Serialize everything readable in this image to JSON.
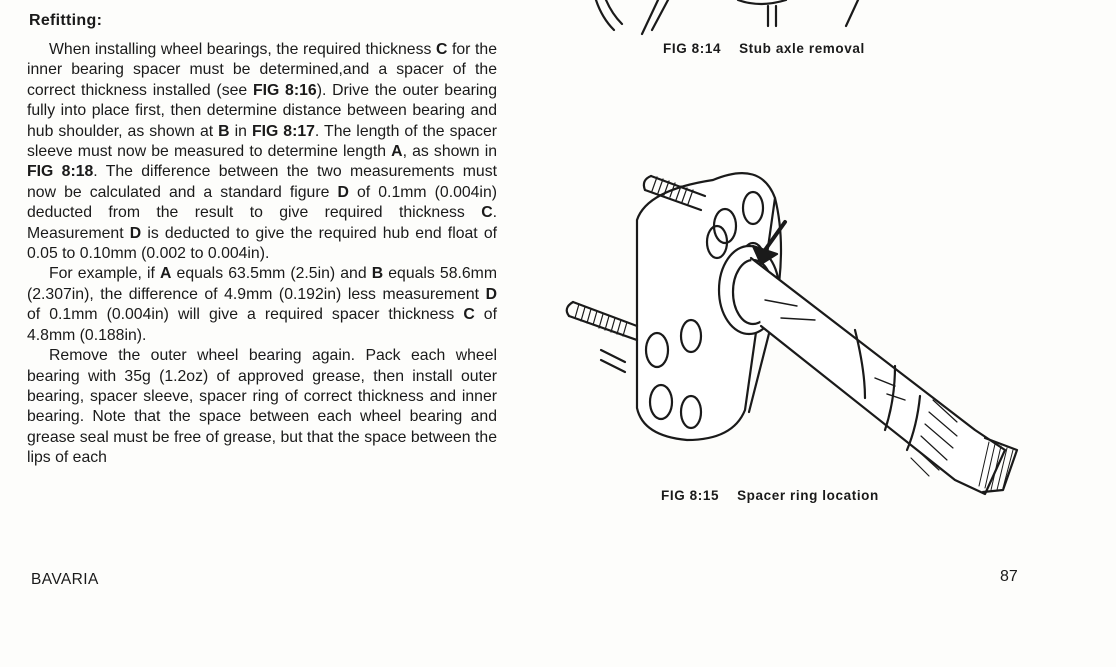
{
  "heading": "Refitting:",
  "paragraphs": [
    [
      {
        "t": "When installing wheel bearings, the required thickness "
      },
      {
        "t": "C",
        "b": true
      },
      {
        "t": " for the inner bearing spacer must be determined,and a spacer of the correct thickness installed (see "
      },
      {
        "t": "FIG 8:16",
        "b": true
      },
      {
        "t": "). Drive the outer bearing fully into place first, then determine distance between bearing and hub shoulder, as shown at "
      },
      {
        "t": "B",
        "b": true
      },
      {
        "t": " in "
      },
      {
        "t": "FIG 8:17",
        "b": true
      },
      {
        "t": ". The length of the spacer sleeve must now be measured to determine length "
      },
      {
        "t": "A",
        "b": true
      },
      {
        "t": ", as shown in "
      },
      {
        "t": "FIG 8:18",
        "b": true
      },
      {
        "t": ". The difference between the two measurements must now be calculated and a standard figure "
      },
      {
        "t": "D",
        "b": true
      },
      {
        "t": " of 0.1mm (0.004in) deducted from the result to give required thickness "
      },
      {
        "t": "C",
        "b": true
      },
      {
        "t": ". Measurement "
      },
      {
        "t": "D",
        "b": true
      },
      {
        "t": " is deducted to give the required hub end float of 0.05 to 0.10mm (0.002 to 0.004in)."
      }
    ],
    [
      {
        "t": "For example, if "
      },
      {
        "t": "A",
        "b": true
      },
      {
        "t": " equals 63.5mm (2.5in) and "
      },
      {
        "t": "B",
        "b": true
      },
      {
        "t": " equals 58.6mm (2.307in), the difference of 4.9mm (0.192in) less measurement "
      },
      {
        "t": "D",
        "b": true
      },
      {
        "t": " of 0.1mm (0.004in) will give a required spacer thickness "
      },
      {
        "t": "C",
        "b": true
      },
      {
        "t": " of 4.8mm (0.188in)."
      }
    ],
    [
      {
        "t": "Remove the outer wheel bearing again. Pack each wheel bearing with 35g (1.2oz) of approved grease, then install outer bearing, spacer sleeve, spacer ring of correct thickness and inner bearing. Note that the space between each wheel bearing and grease seal must be free of grease, but that the space between the lips of each"
      }
    ]
  ],
  "figures": [
    {
      "label": "FIG 8:14",
      "caption": "Stub axle removal"
    },
    {
      "label": "FIG 8:15",
      "caption": "Spacer ring location"
    }
  ],
  "footer": {
    "left": "BAVARIA",
    "page_number": "87"
  }
}
